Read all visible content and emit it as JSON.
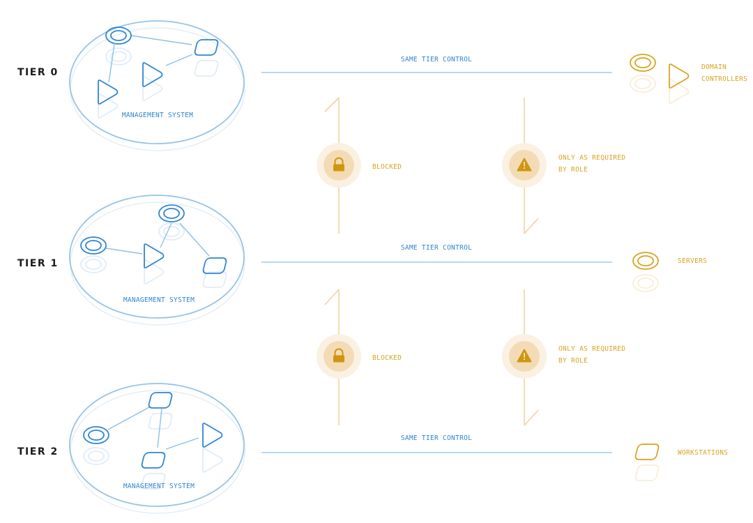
{
  "tiers": [
    {
      "label": "TIER 0",
      "system_label": "MANAGEMENT SYSTEM",
      "control_label": "SAME TIER CONTROL",
      "asset_label_lines": [
        "DOMAIN",
        "CONTROLLERS"
      ]
    },
    {
      "label": "TIER 1",
      "system_label": "MANAGEMENT SYSTEM",
      "control_label": "SAME TIER CONTROL",
      "asset_label_lines": [
        "SERVERS"
      ]
    },
    {
      "label": "TIER 2",
      "system_label": "MANAGEMENT SYSTEM",
      "control_label": "SAME TIER CONTROL",
      "asset_label_lines": [
        "WORKSTATIONS"
      ]
    }
  ],
  "transitions": [
    {
      "blocked_label": "BLOCKED",
      "role_label_lines": [
        "ONLY AS REQUIRED",
        "BY ROLE"
      ]
    },
    {
      "blocked_label": "BLOCKED",
      "role_label_lines": [
        "ONLY AS REQUIRED",
        "BY ROLE"
      ]
    }
  ],
  "icons": {
    "blocked": "lock-icon",
    "role": "warning-icon",
    "node_shapes": [
      "ring",
      "triangle",
      "square"
    ]
  },
  "colors": {
    "tier_blue": "#2f85d3",
    "line_blue": "#9fcbec",
    "access_gold": "#d9a321",
    "line_gold": "#efd3a0",
    "badge_outer": "#fbf1e3",
    "badge_inner": "#f3dcb5",
    "badge_glyph": "#cf9611",
    "text_dark": "#1b1b1b"
  }
}
